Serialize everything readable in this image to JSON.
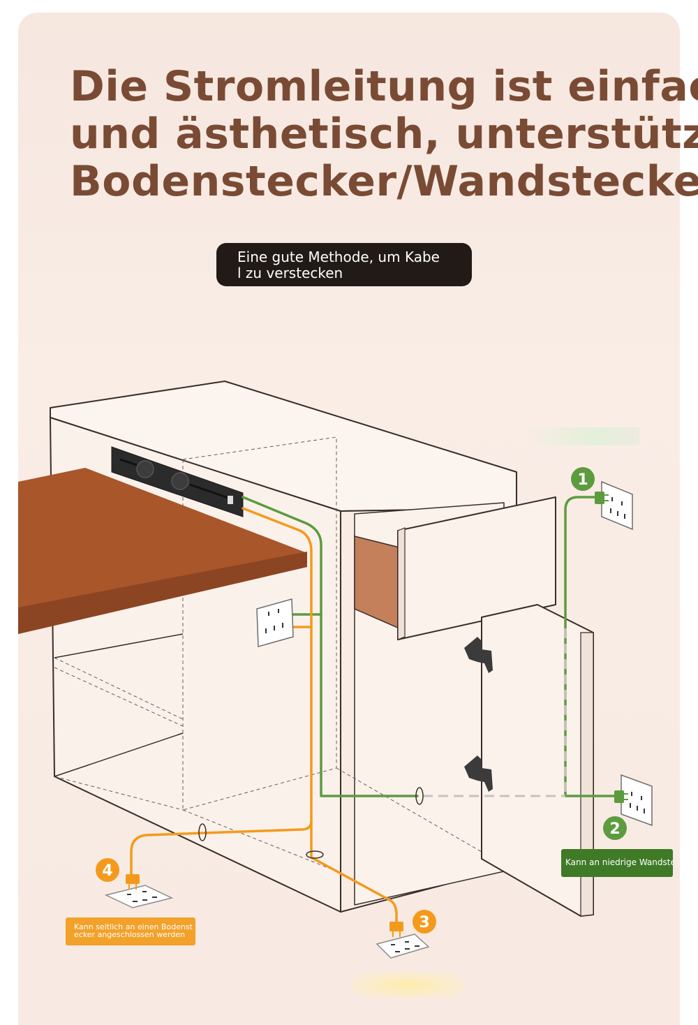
{
  "title": {
    "line1": "Die Stromleitung ist einfach",
    "line2": "und ästhetisch, unterstützt",
    "line3": "Bodenstecker/Wandstecker"
  },
  "subtitle": {
    "line1": "Eine gute Methode, um Kabe",
    "line2": "l zu verstecken"
  },
  "badges": {
    "b1": "1",
    "b2": "2",
    "b3": "3",
    "b4": "4"
  },
  "captions": {
    "floor_side_line1": "Kann seitlich an einen Bodenst",
    "floor_side_line2": "ecker angeschlossen werden",
    "low_wall": "Kann an niedrige Wandstecker an"
  },
  "colors": {
    "title": "#7a4b34",
    "green_cable": "#5d9b3f",
    "orange_cable": "#f39a1c",
    "desk_top": "#a9562a",
    "drawer_side": "#c3805a"
  },
  "icons": [
    "power-strip-icon",
    "wall-socket-icon",
    "floor-socket-icon",
    "plug-icon",
    "hinge-icon"
  ]
}
